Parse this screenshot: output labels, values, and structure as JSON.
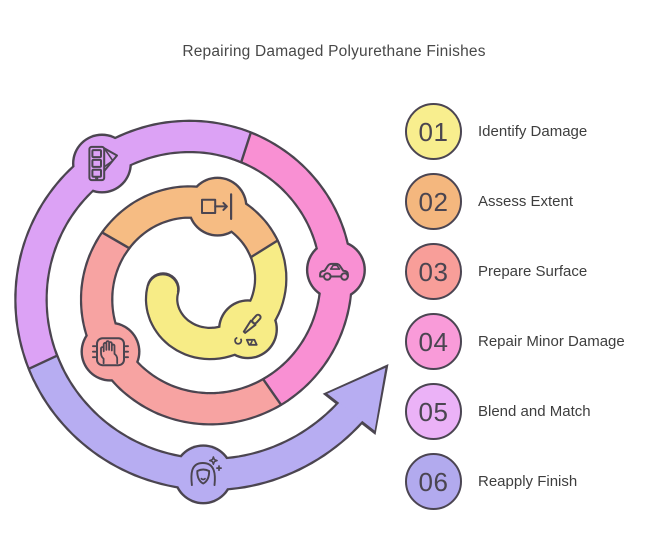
{
  "title": "Repairing Damaged Polyurethane Finishes",
  "background_color": "#FFFFFF",
  "text_color": "#3E3E3E",
  "steps": [
    {
      "number": "01",
      "label": "Identify Damage",
      "color": "#F8EE8E"
    },
    {
      "number": "02",
      "label": "Assess Extent",
      "color": "#F4B77E"
    },
    {
      "number": "03",
      "label": "Prepare Surface",
      "color": "#F89E99"
    },
    {
      "number": "04",
      "label": "Repair Minor Damage",
      "color": "#F99BD9"
    },
    {
      "number": "05",
      "label": "Blend and Match",
      "color": "#EBB2F7"
    },
    {
      "number": "06",
      "label": "Reapply Finish",
      "color": "#B2AAEE"
    }
  ],
  "diagram": {
    "outline_color": "#4B4550",
    "segments": [
      {
        "id": "yellow",
        "color": "#F7EC86",
        "icon": "knife-icon"
      },
      {
        "id": "orange",
        "color": "#F6BC83",
        "icon": "export-box-icon"
      },
      {
        "id": "salmon",
        "color": "#F7A3A2",
        "icon": "hand-scan-icon"
      },
      {
        "id": "pink",
        "color": "#F990D3",
        "icon": "car-icon"
      },
      {
        "id": "purple",
        "color": "#DCA2F5",
        "icon": "swatch-fan-icon"
      },
      {
        "id": "lavender",
        "color": "#B7ADF2",
        "icon": "face-sparkle-icon"
      }
    ]
  }
}
